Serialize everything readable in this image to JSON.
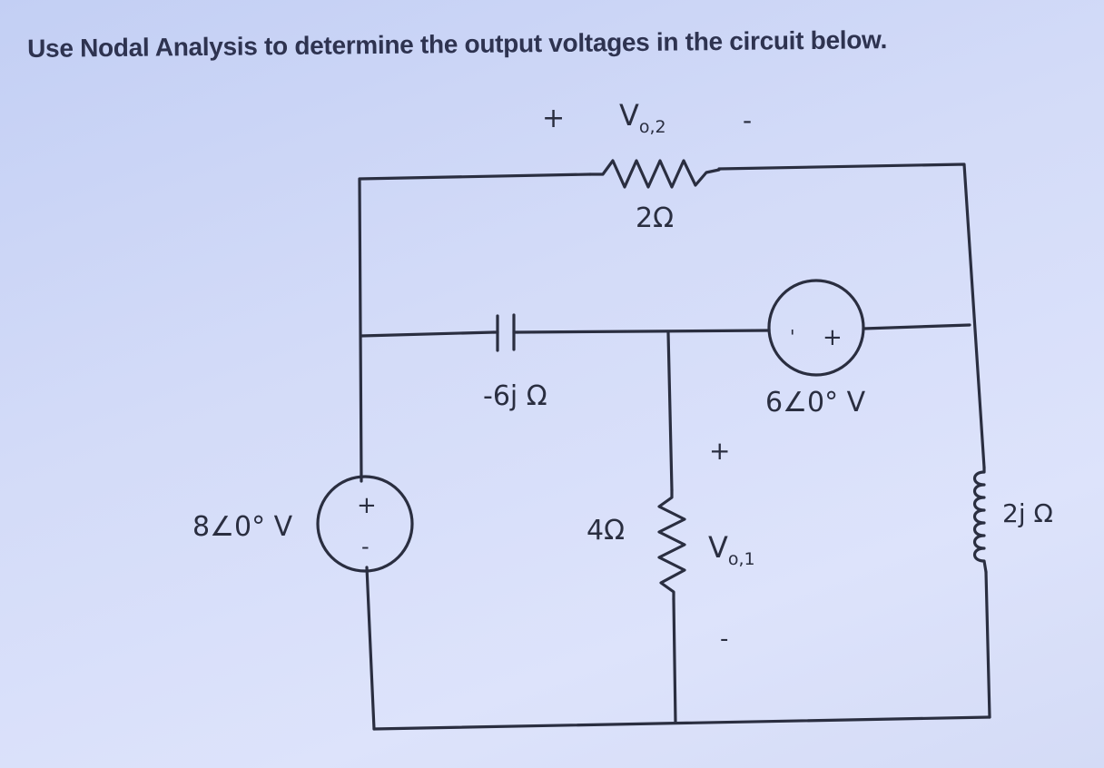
{
  "problem_text": "Use Nodal Analysis to determine the output voltages in the circuit below.",
  "components": {
    "resistor_top": {
      "label": "2Ω"
    },
    "capacitor": {
      "label": "-6j Ω"
    },
    "resistor_mid": {
      "label": "4Ω"
    },
    "inductor": {
      "label": "2j Ω"
    },
    "source_left": {
      "label": "8∠0° V",
      "plus": "+",
      "minus": "-"
    },
    "source_right": {
      "label": "6∠0° V",
      "plus": "+",
      "minus": "'"
    }
  },
  "outputs": {
    "vo2": {
      "main": "V",
      "sub": "o,2",
      "plus": "+",
      "minus": "-"
    },
    "vo1": {
      "main": "V",
      "sub": "o,1",
      "plus": "+",
      "minus": "-"
    }
  }
}
